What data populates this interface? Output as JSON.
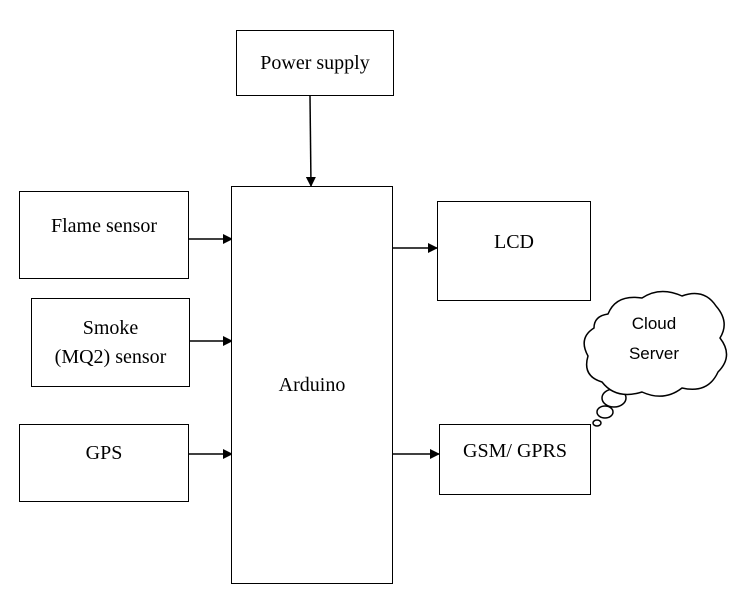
{
  "diagram": {
    "power_supply": "Power supply",
    "arduino": "Arduino",
    "flame_sensor": "Flame sensor",
    "smoke_sensor_line1": "Smoke",
    "smoke_sensor_line2": "(MQ2) sensor",
    "gps": "GPS",
    "lcd": "LCD",
    "gsm_gprs": "GSM/ GPRS",
    "cloud_line1": "Cloud",
    "cloud_line2": "Server"
  }
}
